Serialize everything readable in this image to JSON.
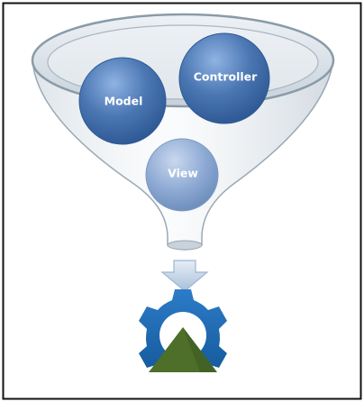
{
  "diagram": {
    "circles": [
      {
        "id": "model",
        "label": "Model"
      },
      {
        "id": "controller",
        "label": "Controller"
      },
      {
        "id": "view",
        "label": "View"
      }
    ],
    "icons": {
      "funnel": "funnel-icon",
      "arrow": "arrow-down-icon",
      "gear": "gear-icon",
      "mountain": "mountain-icon"
    },
    "colors": {
      "circle": "#4a76b2",
      "circle_view": "#8eaad4",
      "gear": "#1f6db8",
      "mountain": "#4d6f2a",
      "funnel_rim": "#8a9ba8",
      "arrow": "#b7cde3"
    }
  }
}
